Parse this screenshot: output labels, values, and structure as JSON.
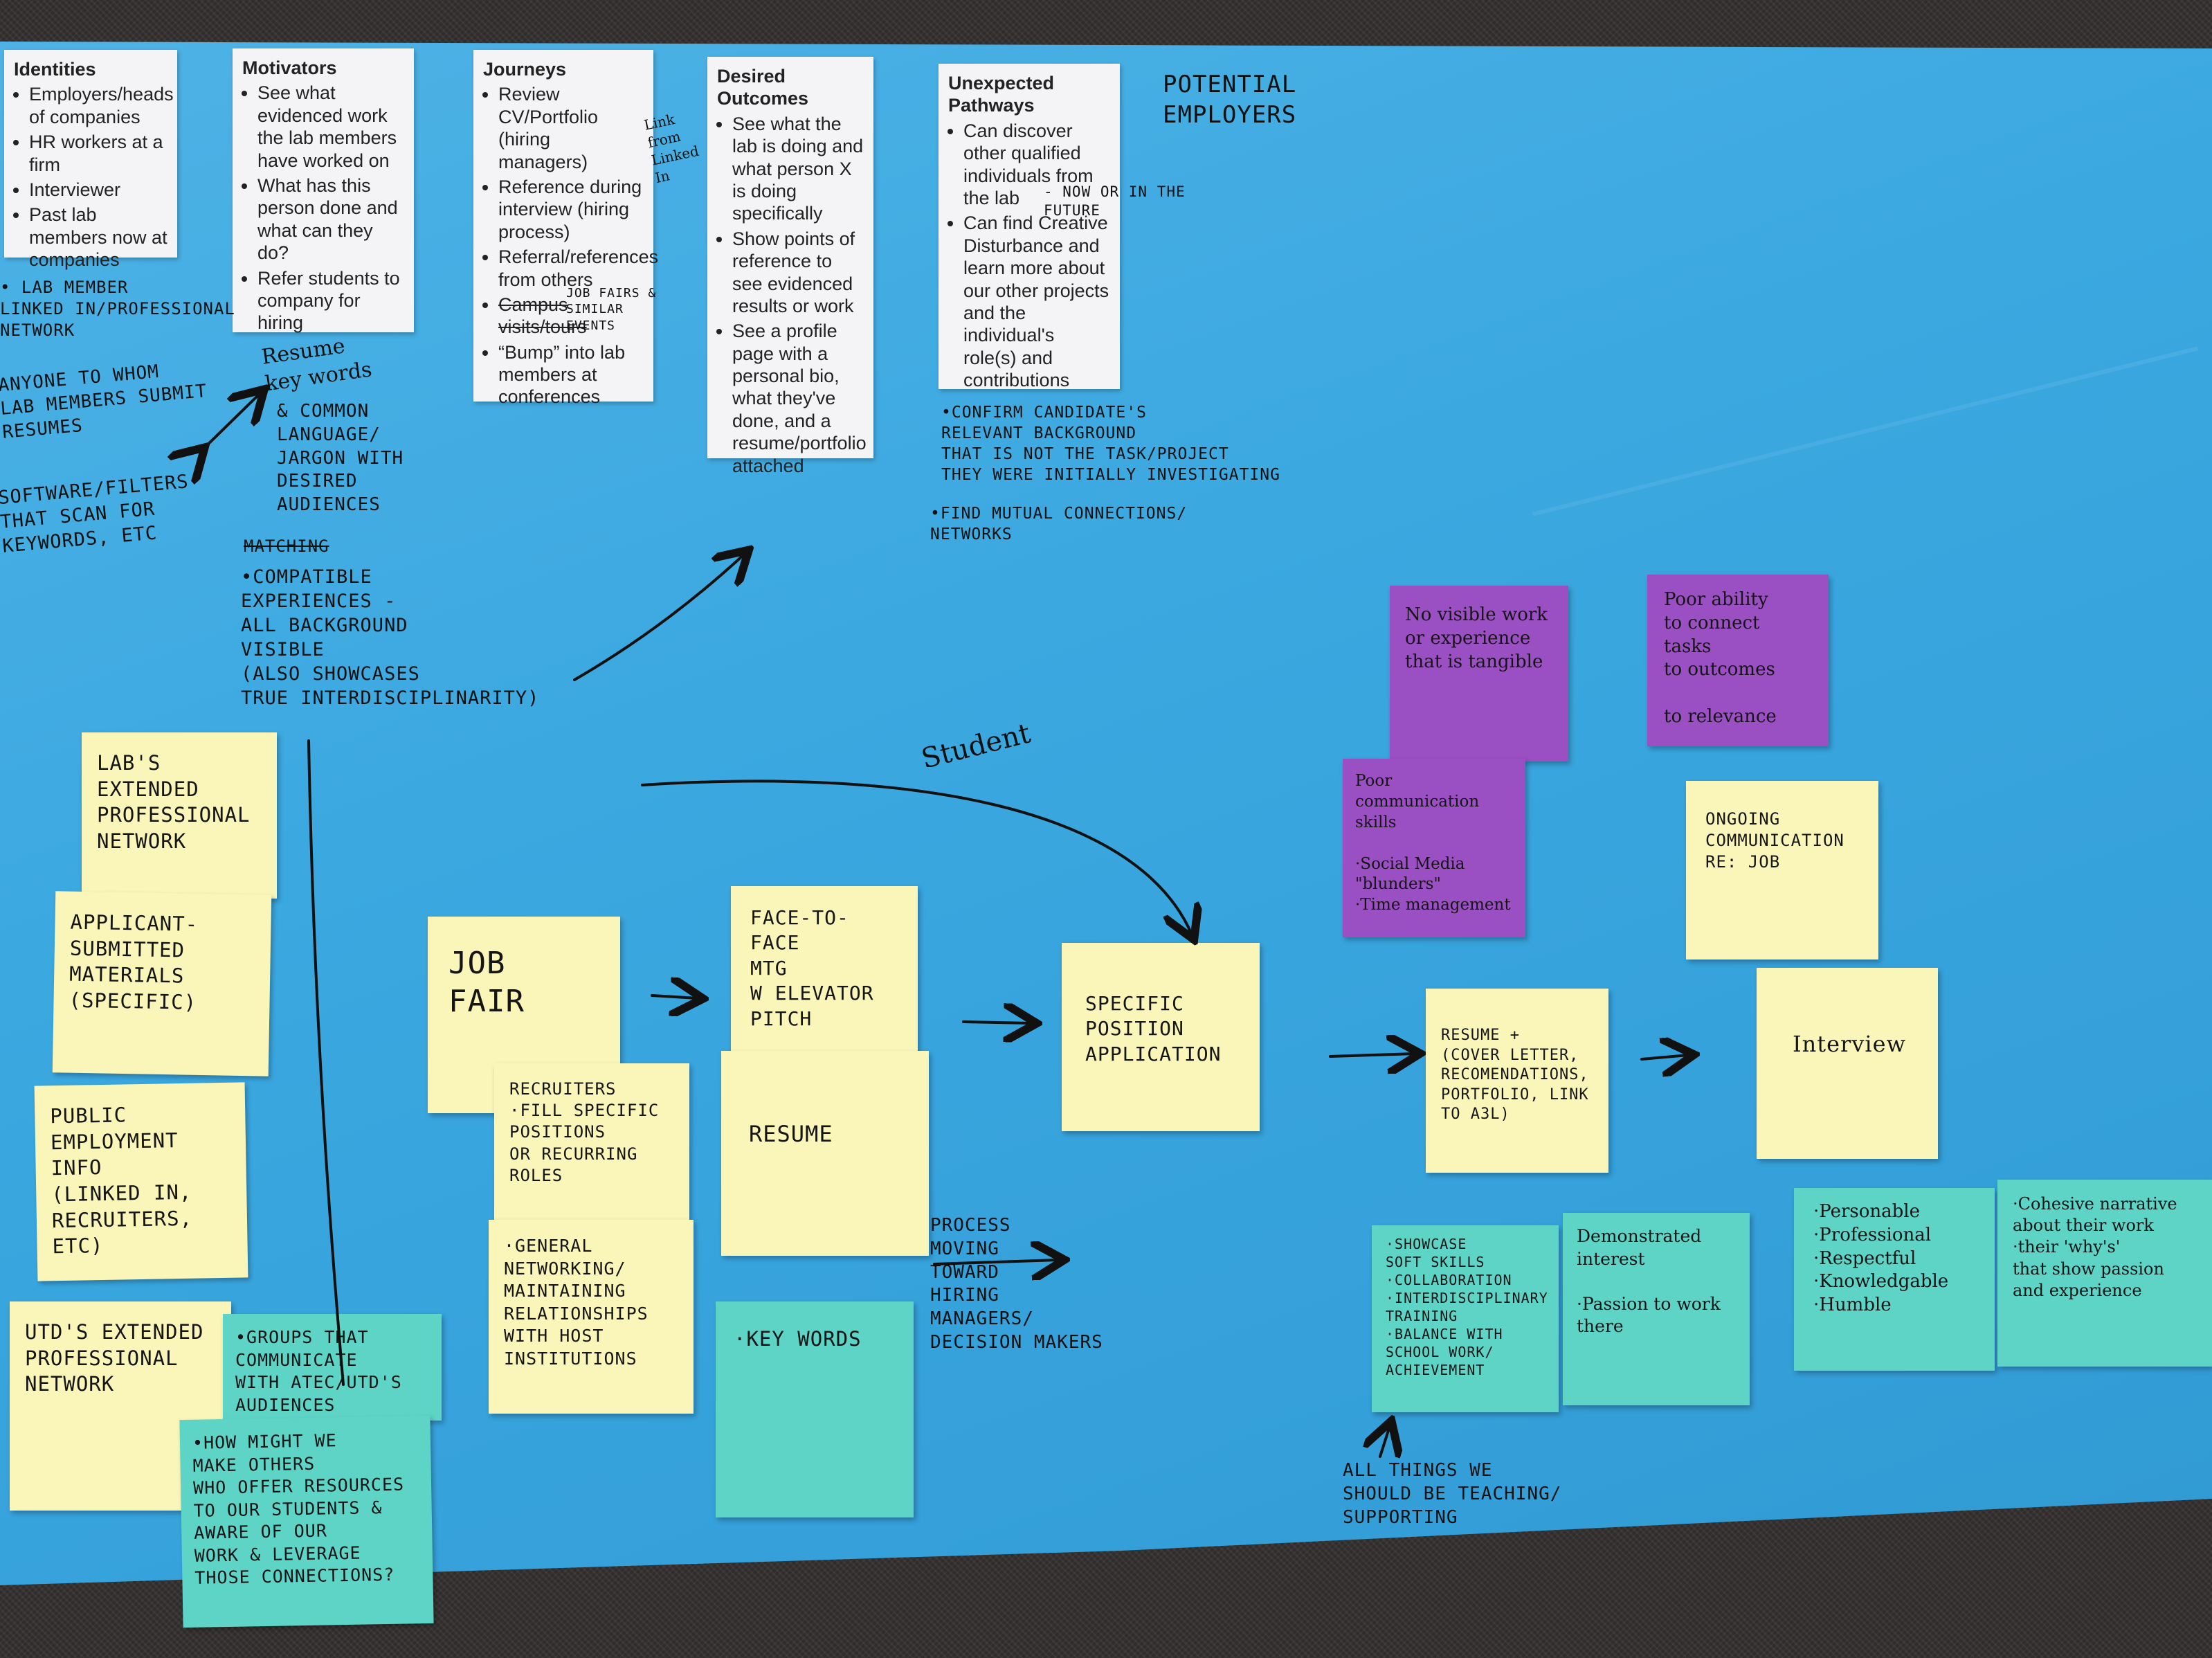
{
  "columns": [
    {
      "title": "Identities",
      "items": [
        "Employers/heads of companies",
        "HR workers at a firm",
        "Interviewer",
        "Past lab members now at companies"
      ]
    },
    {
      "title": "Motivators",
      "items": [
        "See what evidenced work the lab members have worked on",
        "What has this person done and what can they do?",
        "Refer students to company for hiring"
      ]
    },
    {
      "title": "Journeys",
      "items": [
        "Review CV/Portfolio (hiring managers)",
        "Reference during interview (hiring process)",
        "Referral/references from others",
        "Campus visits/tours",
        "“Bump” into lab members at conferences"
      ]
    },
    {
      "title": "Desired Outcomes",
      "items": [
        "See what the lab is doing and what person X is doing specifically",
        "Show points of reference to see evidenced results or work",
        "See a profile page with a personal bio, what they've done, and a resume/portfolio attached"
      ]
    },
    {
      "title": "Unexpected Pathways",
      "items": [
        "Can discover other qualified individuals from the lab",
        "Can find Creative Disturbance and learn more about our other projects and the individual's role(s) and contributions"
      ]
    }
  ],
  "handwritten": {
    "potential_employers": "Potential\nEmployers",
    "link_from_linkedin": "Link\nfrom\nLinked\nIn",
    "job_fairs": "Job fairs &\nsimilar\nevents",
    "now_future": "- now or in the\nfuture",
    "lab_member_network": "• Lab member\nlinked in/professional\nnetwork",
    "anyone_resumes": "anyone to whom\nlab members submit\nresumes",
    "software_filters": "software/filters\nthat scan for\nkeywords, etc",
    "resume_keywords": "Resume\nkey words",
    "common_language": "& common\nlanguage/\njargon with\ndesired\naudiences",
    "matching": "Matching",
    "compatible": "•Compatible\nexperiences -\nall background\nvisible\n(also showcases\ntrue interdisciplinarity)",
    "confirm": "•Confirm candidate's\nrelevant background\nthat is not the task/project\nthey were initially investigating",
    "find_mutual": "•Find mutual connections/\nnetworks",
    "student": "Student",
    "process": "Process\nmoving\ntoward\nhiring\nmanagers/\ndecision makers",
    "all_things": "All things we\nshould be teaching/\nsupporting"
  },
  "stickies": {
    "labs_network": "Lab's extended\nprofessional\nnetwork",
    "applicant_materials": "Applicant-\nsubmitted\nmaterials\n(specific)",
    "public_info": "Public\nemployment\ninfo\n(linked in,\nrecruiters,\netc)",
    "utd_network": "UTD's extended\nprofessional\nnetwork",
    "groups": "•Groups that\ncommunicate\nwith ATEC/UTD's\naudiences",
    "how_might": "•How might we\nmake others\nwho offer resources\nto our students &\naware of our\nwork & leverage\nthose connections?",
    "job_fair": "Job\nFair",
    "recruiters": "Recruiters\n·Fill specific\npositions\nor recurring\nroles",
    "general_networking": "·General\nnetworking/\nmaintaining\nrelationships\nwith host\ninstitutions",
    "face_to_face": "Face-to-\nface\nmtg\nw elevator\npitch",
    "resume": "Resume",
    "key_words": "·Key words",
    "specific_position": "Specific\nposition\napplication",
    "resume_plus": "Resume +\n(cover letter,\nrecomendations,\nportfolio, link\nto A3L)",
    "showcase": "·Showcase\nsoft skills\n·collaboration\n·interdisciplinary\ntraining\n·balance with\nschool work/\nachievement",
    "demonstrated": "Demonstrated\ninterest\n\n·Passion to work\nthere",
    "no_visible": "No visible work\nor experience\nthat is tangible",
    "poor_comm": "Poor communication\nskills\n\n·Social Media\n\"blunders\"\n·Time management",
    "poor_ability": "Poor ability\nto connect tasks\nto outcomes\n\nto relevance",
    "ongoing": "Ongoing\ncommunication\nre: job",
    "interview": "Interview",
    "personable": "·Personable\n·Professional\n·Respectful\n·Knowledgable\n·Humble",
    "cohesive": "·Cohesive narrative\nabout their work\n·their 'why's'\nthat show passion\nand experience"
  },
  "colors": {
    "paper": "#3ba8e0",
    "yellow": "#faf5b8",
    "teal": "#5ed4c6",
    "purple": "#9a4fc3",
    "card": "#f4f4f6"
  }
}
